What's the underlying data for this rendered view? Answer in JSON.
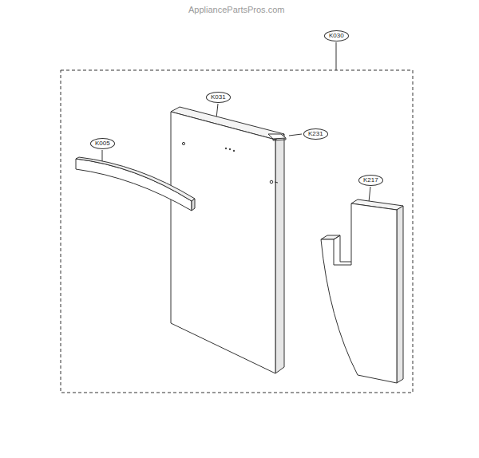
{
  "diagram": {
    "labels": [
      "AppliancePartsPros.com",
      "K030",
      "K031",
      "K005",
      "K231",
      "K217"
    ]
  }
}
